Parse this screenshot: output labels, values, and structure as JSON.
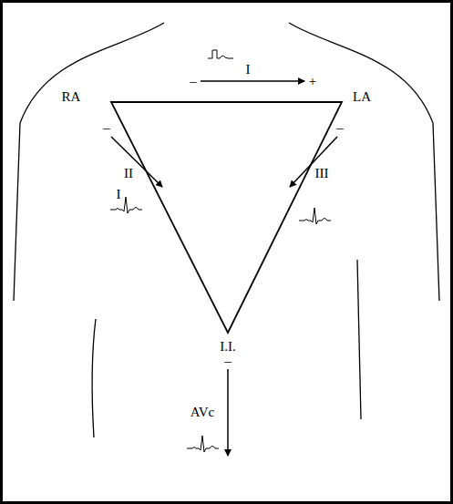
{
  "diagram": {
    "labels": [
      "I",
      "–",
      "+",
      "RA",
      "LA",
      "–",
      "II",
      "I",
      "–",
      "III",
      "I.I.",
      "–",
      "AVc"
    ]
  }
}
